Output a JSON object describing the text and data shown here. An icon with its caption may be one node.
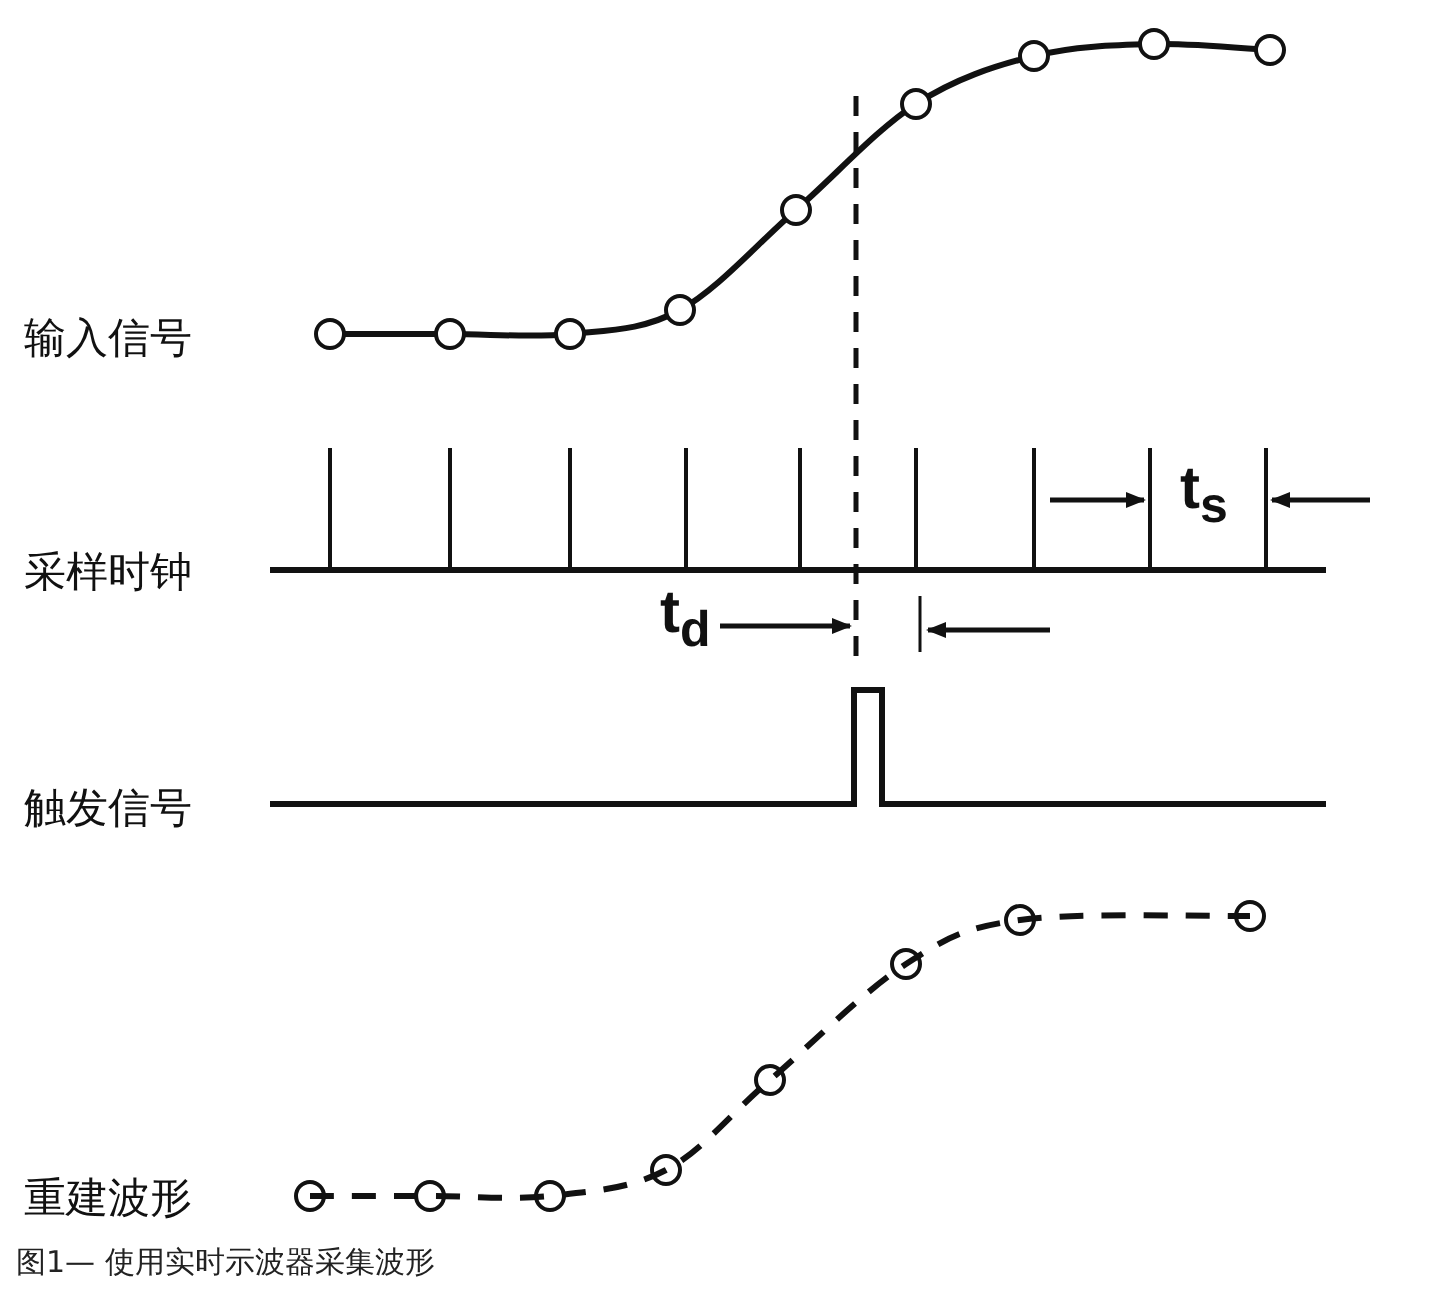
{
  "diagram": {
    "caption": "图1— 使用实时示波器采集波形",
    "labels": [
      "输入信号",
      "t$_{s}$",
      "采样时钟",
      "t$_{d}$",
      "触发信号",
      "重建波形"
    ]
  }
}
